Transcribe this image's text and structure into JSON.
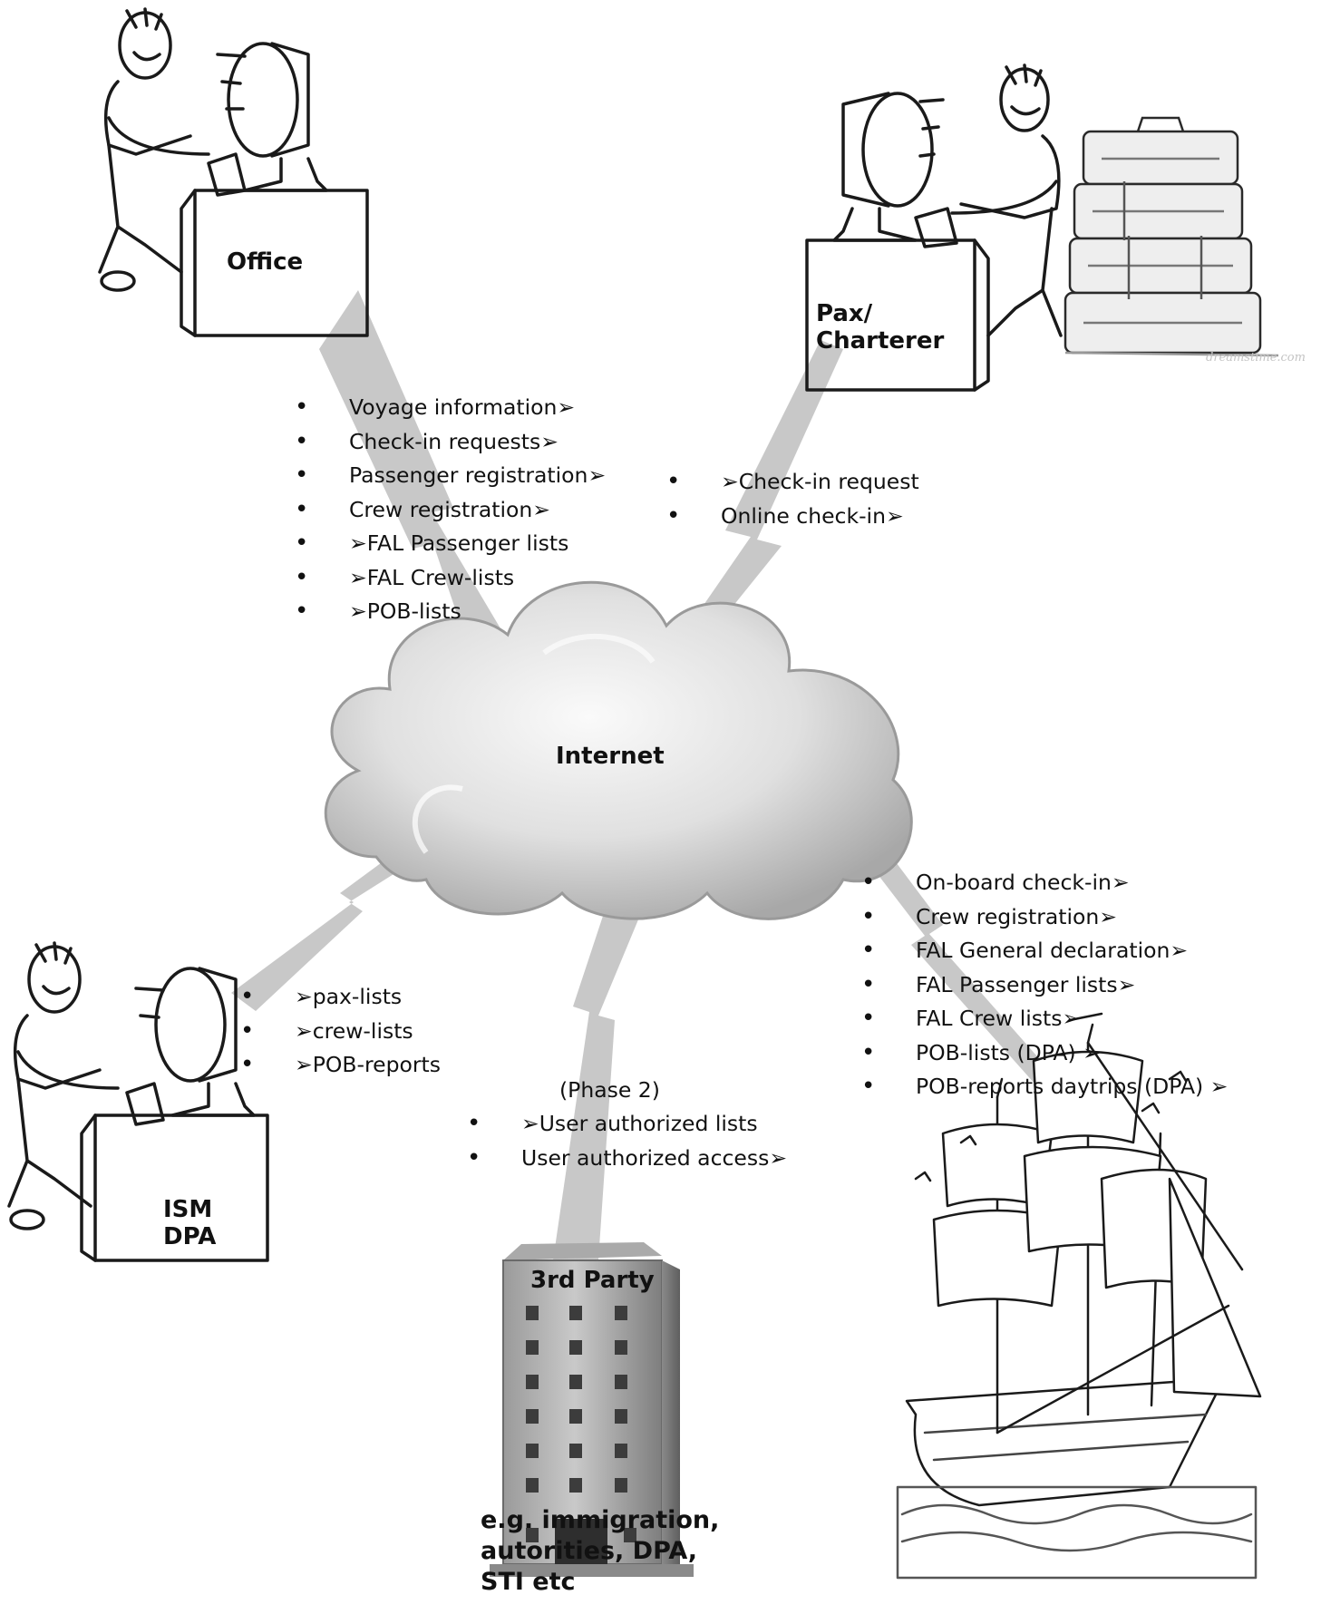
{
  "nodes": {
    "office": "Office",
    "pax_line1": "Pax/",
    "pax_line2": "Charterer",
    "internet": "Internet",
    "ism_line1": "ISM",
    "ism_line2": "DPA",
    "third_party": "3rd Party",
    "third_party_caption": [
      "e.g. immigration,",
      "autorities, DPA,",
      "STI etc"
    ]
  },
  "office_flows": [
    "Voyage information➢",
    "Check-in requests➢",
    "Passenger registration➢",
    "Crew registration➢",
    "➢FAL Passenger lists",
    "➢FAL Crew-lists",
    "➢POB-lists"
  ],
  "pax_flows": [
    "➢Check-in request",
    "Online check-in➢"
  ],
  "ism_flows": [
    "➢pax-lists",
    "➢crew-lists",
    "➢POB-reports"
  ],
  "third_party_phase": "(Phase 2)",
  "third_party_flows": [
    "➢User authorized lists",
    "User authorized access➢"
  ],
  "ship_flows": [
    "On-board check-in➢",
    "Crew registration➢",
    "FAL General declaration➢",
    "FAL Passenger lists➢",
    "FAL Crew lists➢",
    "POB-lists (DPA) ➢",
    "POB-reports daytrips (DPA) ➢"
  ],
  "watermark": "dreamstime.com",
  "colors": {
    "connector": "#c6c6c6",
    "cloud_fill": "#e2e2e2",
    "cloud_shade": "#9a9a9a",
    "ink": "#1a1a1a"
  }
}
